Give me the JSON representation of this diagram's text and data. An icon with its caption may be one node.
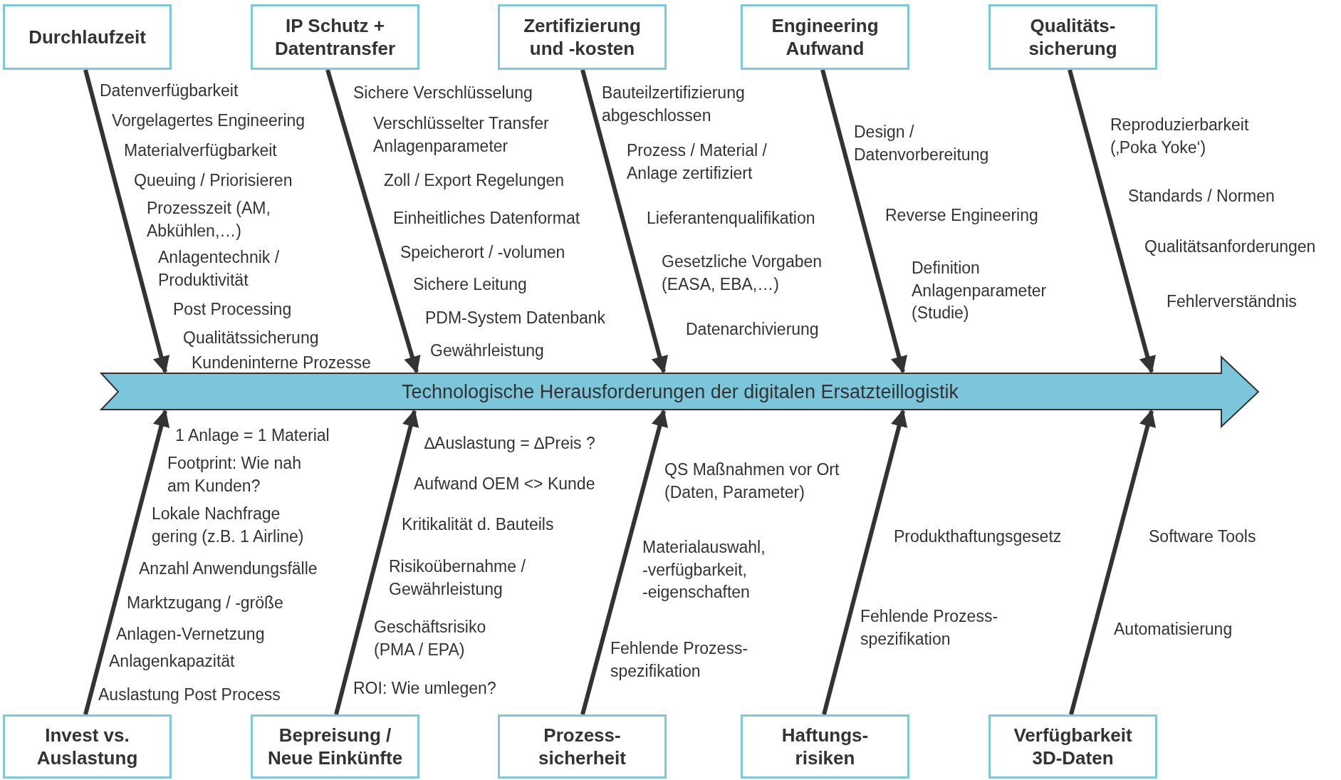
{
  "diagram": {
    "nodes": [
      {
        "text": [
          "Durchlaufzeit"
        ]
      },
      {
        "text": [
          "IP Schutz + Datentransfer"
        ]
      },
      {
        "text": [
          "Zertifizierung und -kosten"
        ]
      },
      {
        "text": [
          "Engineering Aufwand"
        ]
      },
      {
        "text": [
          "Qualitäts- sicherung"
        ]
      },
      {
        "text": [
          "Technologische Herausforderungen der digitalen Ersatzteillogistik"
        ]
      },
      {
        "text": [
          "Invest vs. Auslastung"
        ]
      },
      {
        "text": [
          "Bepreisung / Neue Einkünfte"
        ]
      },
      {
        "text": [
          "Prozess- sicherheit"
        ]
      },
      {
        "text": [
          "Haftungs- risiken"
        ]
      },
      {
        "text": [
          "Verfügbarkeit 3D-Daten"
        ]
      }
    ],
    "edges": [
      {
        "from": 0,
        "to": 5,
        "arrow": "to"
      },
      {
        "from": 1,
        "to": 5,
        "arrow": "to"
      },
      {
        "from": 2,
        "to": 5,
        "arrow": "to"
      },
      {
        "from": 3,
        "to": 5,
        "arrow": "to"
      },
      {
        "from": 4,
        "to": 5,
        "arrow": "to"
      },
      {
        "from": 6,
        "to": 5,
        "arrow": "to"
      },
      {
        "from": 7,
        "to": 5,
        "arrow": "to"
      },
      {
        "from": 8,
        "to": 5,
        "arrow": "to"
      },
      {
        "from": 9,
        "to": 5,
        "arrow": "to"
      },
      {
        "from": 10,
        "to": 5,
        "arrow": "to"
      }
    ],
    "labels": [
      "Datenverfügbarkeit",
      "Sichere Verschlüsselung",
      "Bauteilzertifizierung abgeschlossen",
      "Vorgelagertes Engineering",
      "Verschlüsselter Transfer Anlagenparameter",
      "Reproduzierbarkeit (‚Poka Yoke‘)",
      "Design / Datenvorbereitung",
      "Prozess / Material / Anlage zertifiziert",
      "Materialverfügbarkeit",
      "Queuing / Priorisieren",
      "Zoll / Export Regelungen",
      "Standards / Normen",
      "Prozesszeit (AM, Abkühlen,…)",
      "Reverse Engineering",
      "Einheitliches Datenformat",
      "Lieferantenqualifikation",
      "Qualitätsanforderungen",
      "Speicherort / -volumen",
      "Anlagentechnik / Produktivität",
      "Gesetzliche Vorgaben (EASA, EBA,…)",
      "Definition Anlagenparameter (Studie)",
      "Sichere Leitung",
      "Fehlerverständnis",
      "Post Processing",
      "PDM-System Datenbank",
      "Datenarchivierung",
      "Qualitätssicherung",
      "Gewährleistung",
      "Kundeninterne Prozesse",
      "1 Anlage = 1 Material",
      "∆Auslastung = ∆Preis ?",
      "Footprint: Wie nah am Kunden?",
      "QS Maßnahmen vor Ort (Daten, Parameter)",
      "Aufwand OEM <> Kunde",
      "Lokale Nachfrage gering (z.B. 1 Airline)",
      "Kritikalität d. Bauteils",
      "Produkthaftungsgesetz",
      "Software Tools",
      "Materialauswahl, -verfügbarkeit, -eigenschaften",
      "Risikoübernahme / Gewährleistung",
      "Anzahl Anwendungsfälle",
      "Marktzugang / -größe",
      "Fehlende Prozess- spezifikation",
      "Automatisierung",
      "Geschäftsrisiko (PMA / EPA)",
      "Anlagen-Vernetzung",
      "Anlagenkapazität",
      "Fehlende Prozess- spezifikation",
      "ROI: Wie umlegen?",
      "Auslastung Post Process"
    ]
  }
}
